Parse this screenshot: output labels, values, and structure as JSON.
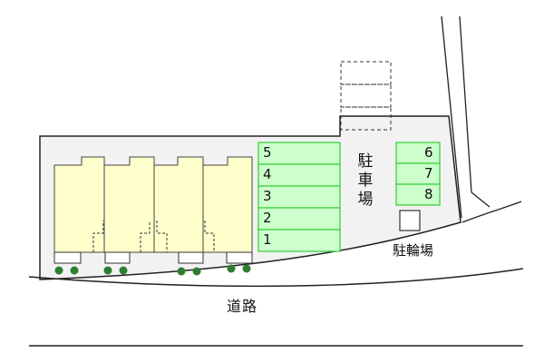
{
  "map": {
    "parking": {
      "label": "駐車場",
      "slots_left": [
        "5",
        "4",
        "3",
        "2",
        "1"
      ],
      "slots_right": [
        "6",
        "7",
        "8"
      ]
    },
    "bicycle_parking": {
      "label": "駐輪場"
    },
    "road": {
      "label": "道路"
    },
    "colors": {
      "building_fill": "#ffffcc",
      "parking_fill": "#ccffcc",
      "parking_border": "#33cc33",
      "tree": "#2e7d32",
      "lot_fill": "#f2f2f2",
      "outline": "#222222"
    },
    "counts": {
      "buildings": 4,
      "trees": 8,
      "dashed_slots_upper": 3
    }
  }
}
